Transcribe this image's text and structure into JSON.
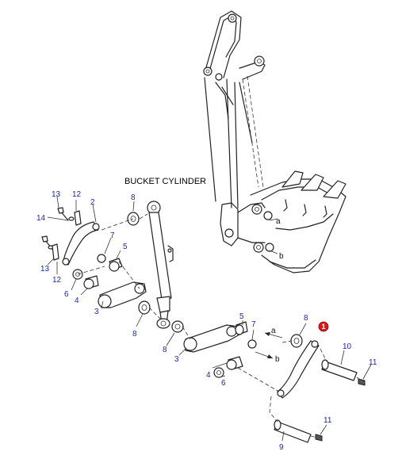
{
  "diagram": {
    "title": "BUCKET CYLINDER",
    "callouts": {
      "c13a": "13",
      "c12a": "12",
      "c2": "2",
      "c14": "14",
      "c13b": "13",
      "c12b": "12",
      "c8a": "8",
      "c7a": "7",
      "c5a": "5",
      "c6a": "6",
      "c4a": "4",
      "c3a": "3",
      "c8b": "8",
      "c8c": "8",
      "c3b": "3",
      "c4b": "4",
      "c6b": "6",
      "c5b": "5",
      "c7b": "7",
      "c8d": "8",
      "c10": "10",
      "c11a": "11",
      "c11b": "11",
      "c9": "9"
    },
    "refs": {
      "a_bucket": "a",
      "b_bucket": "b",
      "a_arrow": "a",
      "b_arrow": "b"
    },
    "highlight_badge": "1"
  }
}
